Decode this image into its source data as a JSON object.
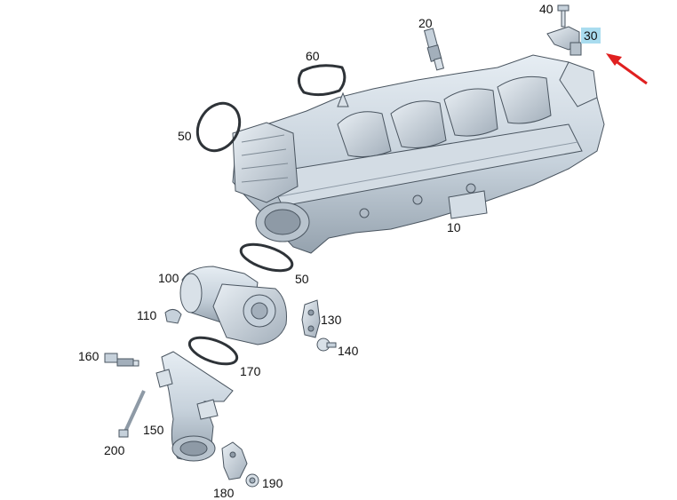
{
  "callouts": {
    "c10": "10",
    "c20": "20",
    "c30": "30",
    "c40": "40",
    "c50a": "50",
    "c50b": "50",
    "c60": "60",
    "c100": "100",
    "c110": "110",
    "c130": "130",
    "c140": "140",
    "c150": "150",
    "c160": "160",
    "c170": "170",
    "c180": "180",
    "c190": "190",
    "c200": "200"
  },
  "colors": {
    "part_fill": "#c9d4de",
    "part_light": "#e3eaf0",
    "part_dark": "#8e9aa6",
    "outline": "#4a5560",
    "gasket": "#2e3338",
    "highlight": "#a9dcef",
    "arrow": "#e02020"
  },
  "highlighted_callout": "30"
}
